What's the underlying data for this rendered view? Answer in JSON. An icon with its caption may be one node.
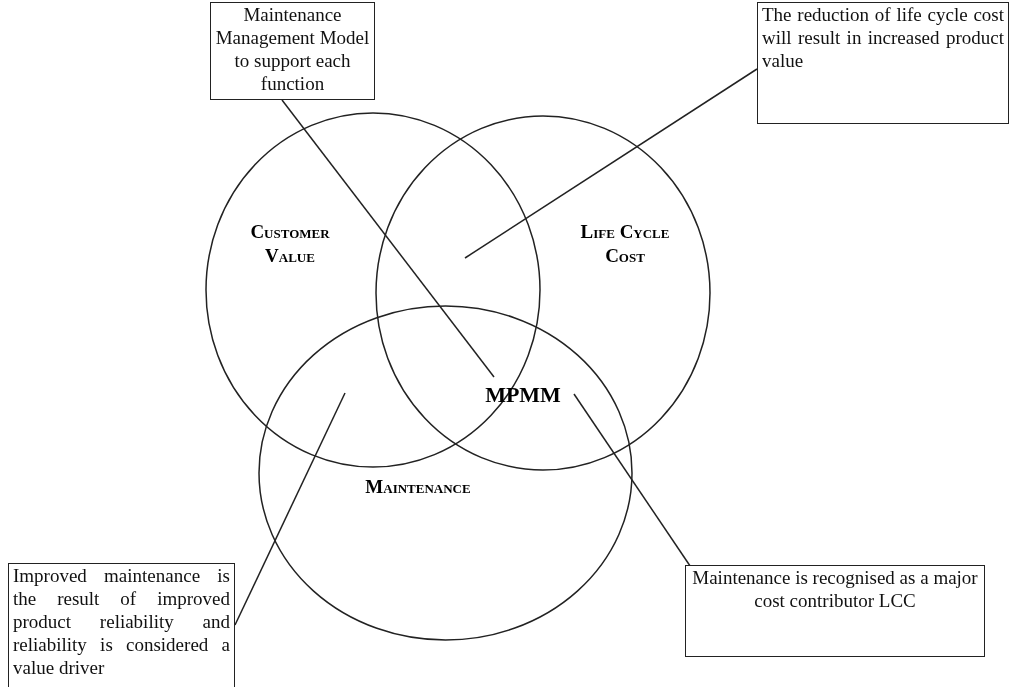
{
  "diagram": {
    "nodes": [
      {
        "text": [
          "Maintenance Management Model to support each function"
        ]
      },
      {
        "text": [
          "The reduction of life cycle cost will result in increased product value"
        ]
      },
      {
        "text": [
          "Customer Value"
        ]
      },
      {
        "text": [
          "Life Cycle Cost"
        ]
      },
      {
        "text": [
          "MPMM"
        ]
      },
      {
        "text": [
          "Maintenance"
        ]
      },
      {
        "text": [
          "Improved maintenance is the result of improved product reliability and reliability is considered a value driver"
        ]
      },
      {
        "text": [
          "Maintenance is recognised as a major cost contributor LCC"
        ]
      }
    ],
    "edges": [
      {
        "from": 0,
        "to": 4,
        "arrow": "none"
      },
      {
        "from": 1,
        "to": 2,
        "arrow": "none"
      },
      {
        "from": 6,
        "to": 2,
        "arrow": "none"
      },
      {
        "from": 7,
        "to": 3,
        "arrow": "none"
      }
    ]
  }
}
